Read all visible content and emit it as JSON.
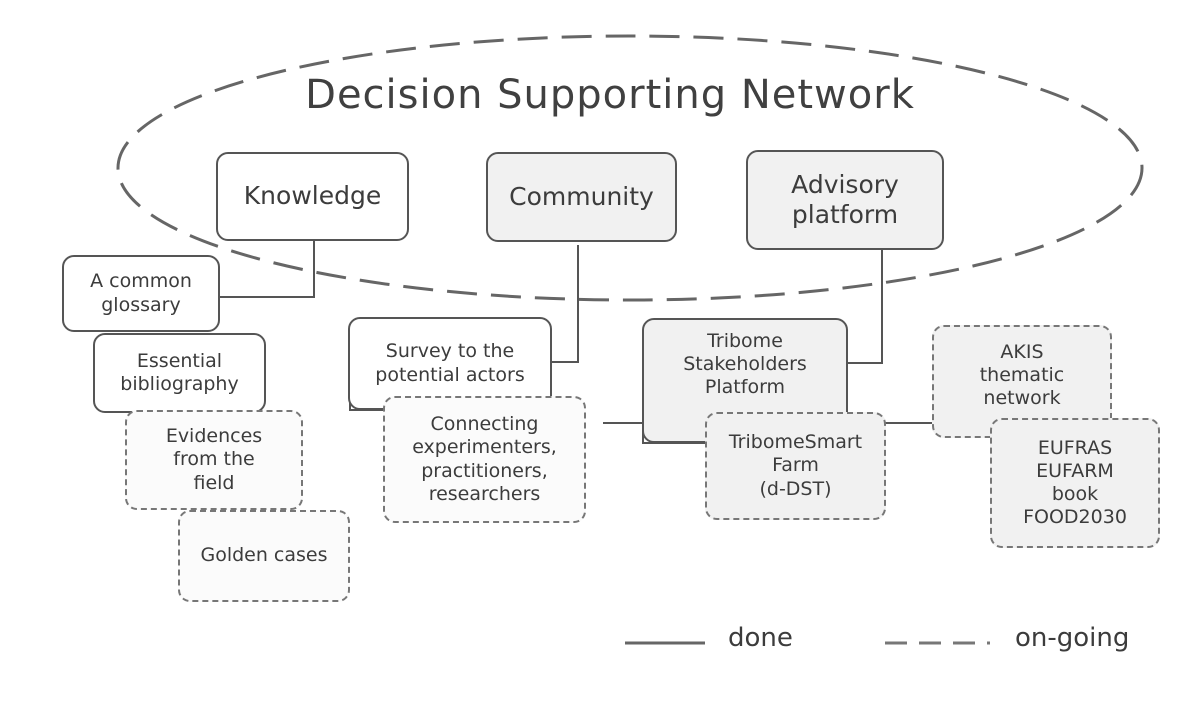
{
  "title": "Decision Supporting Network",
  "pillars": [
    {
      "id": "knowledge",
      "label": "Knowledge",
      "status": "done"
    },
    {
      "id": "community",
      "label": "Community",
      "status": "done"
    },
    {
      "id": "advisory",
      "label": "Advisory\nplatform",
      "status": "done"
    }
  ],
  "knowledge_items": [
    {
      "label": "A common\nglossary",
      "status": "done"
    },
    {
      "label": "Essential\nbibliography",
      "status": "done"
    },
    {
      "label": "Evidences\nfrom the\nfield",
      "status": "on-going"
    },
    {
      "label": "Golden cases",
      "status": "on-going"
    }
  ],
  "community_items": [
    {
      "label": "Survey to the\npotential actors",
      "status": "done"
    },
    {
      "label": "Connecting\nexperimenters,\npractitioners,\nresearchers",
      "status": "on-going"
    }
  ],
  "advisory_items": [
    {
      "label": "Tribome\nStakeholders\nPlatform",
      "status": "done"
    },
    {
      "label": "TribomeSmart\nFarm\n(d-DST)",
      "status": "on-going"
    }
  ],
  "network_items": [
    {
      "label": "AKIS\nthematic\nnetwork",
      "status": "on-going"
    },
    {
      "label": "EUFRAS\nEUFARM\nbook\nFOOD2030",
      "status": "on-going"
    }
  ],
  "legend": {
    "done": "done",
    "ongoing": "on-going"
  }
}
